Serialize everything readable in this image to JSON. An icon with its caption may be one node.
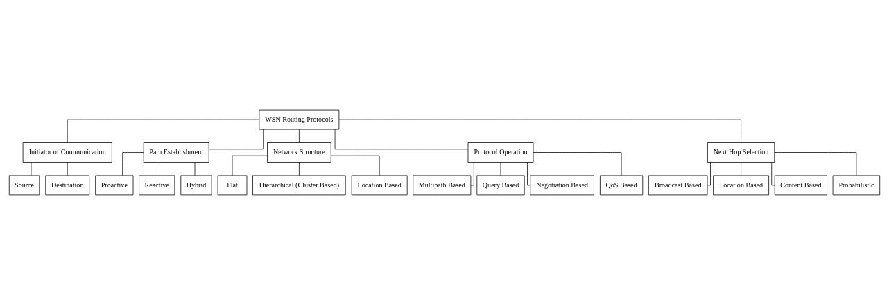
{
  "diagram": {
    "nodes": [
      {
        "text": [
          "WSN Routing Protocols"
        ]
      },
      {
        "text": [
          "Initiator of Communication"
        ]
      },
      {
        "text": [
          "Path Establishment"
        ]
      },
      {
        "text": [
          "Network Structure"
        ]
      },
      {
        "text": [
          "Protocol Operation"
        ]
      },
      {
        "text": [
          "Next Hop Selection"
        ]
      },
      {
        "text": [
          "Source"
        ]
      },
      {
        "text": [
          "Destination"
        ]
      },
      {
        "text": [
          "Proactive"
        ]
      },
      {
        "text": [
          "Reactive"
        ]
      },
      {
        "text": [
          "Hybrid"
        ]
      },
      {
        "text": [
          "Flat"
        ]
      },
      {
        "text": [
          "Hierarchical (Cluster Based)"
        ]
      },
      {
        "text": [
          "Location Based"
        ]
      },
      {
        "text": [
          "Multipath Based"
        ]
      },
      {
        "text": [
          "Query Based"
        ]
      },
      {
        "text": [
          "Negotiation Based"
        ]
      },
      {
        "text": [
          "QoS Based"
        ]
      },
      {
        "text": [
          "Broadcast Based"
        ]
      },
      {
        "text": [
          "Location Based"
        ]
      },
      {
        "text": [
          "Content Based"
        ]
      },
      {
        "text": [
          "Probabilistic"
        ]
      }
    ],
    "edges": [
      {
        "from": 0,
        "to": 1,
        "arrow": "none"
      },
      {
        "from": 0,
        "to": 2,
        "arrow": "none"
      },
      {
        "from": 0,
        "to": 3,
        "arrow": "none"
      },
      {
        "from": 0,
        "to": 4,
        "arrow": "none"
      },
      {
        "from": 0,
        "to": 5,
        "arrow": "none"
      },
      {
        "from": 1,
        "to": 6,
        "arrow": "none"
      },
      {
        "from": 1,
        "to": 7,
        "arrow": "none"
      },
      {
        "from": 2,
        "to": 8,
        "arrow": "none"
      },
      {
        "from": 2,
        "to": 9,
        "arrow": "none"
      },
      {
        "from": 2,
        "to": 10,
        "arrow": "none"
      },
      {
        "from": 3,
        "to": 11,
        "arrow": "none"
      },
      {
        "from": 3,
        "to": 12,
        "arrow": "none"
      },
      {
        "from": 3,
        "to": 13,
        "arrow": "none"
      },
      {
        "from": 4,
        "to": 14,
        "arrow": "none"
      },
      {
        "from": 4,
        "to": 15,
        "arrow": "none"
      },
      {
        "from": 4,
        "to": 16,
        "arrow": "none"
      },
      {
        "from": 4,
        "to": 17,
        "arrow": "none"
      },
      {
        "from": 5,
        "to": 18,
        "arrow": "none"
      },
      {
        "from": 5,
        "to": 19,
        "arrow": "none"
      },
      {
        "from": 5,
        "to": 20,
        "arrow": "none"
      },
      {
        "from": 5,
        "to": 21,
        "arrow": "none"
      }
    ]
  }
}
